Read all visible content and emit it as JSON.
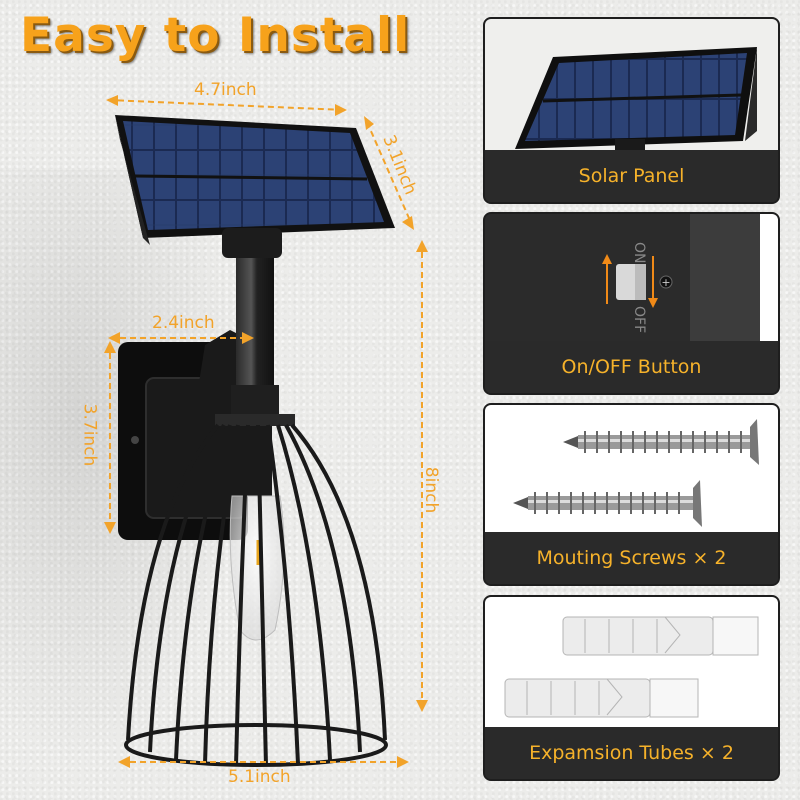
{
  "headline": "Easy to Install",
  "dimensions": {
    "panel_width": "4.7inch",
    "panel_depth": "3.1inch",
    "bracket_width": "2.4inch",
    "bracket_height": "3.7inch",
    "total_height": "8inch",
    "cage_width": "5.1inch"
  },
  "panels": [
    {
      "caption": "Solar Panel"
    },
    {
      "caption": "On/OFF Button",
      "switch_on": "ON",
      "switch_off": "OFF"
    },
    {
      "caption": "Mouting Screws  × 2"
    },
    {
      "caption": "Expamsion Tubes  × 2"
    }
  ],
  "colors": {
    "accent": "#f7a21b",
    "caption_text": "#f6b22a",
    "panel_bg": "#2a2a2a"
  }
}
